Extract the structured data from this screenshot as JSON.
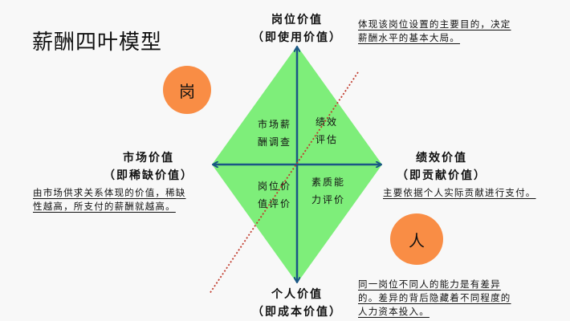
{
  "title": "薪酬四叶模型",
  "badges": {
    "gang": "岗",
    "ren": "人"
  },
  "axes": {
    "top": {
      "line1": "岗位价值",
      "line2": "（即使用价值）"
    },
    "bottom": {
      "line1": "个人价值",
      "line2": "（即成本价值）"
    },
    "left": {
      "line1": "市场价值",
      "line2": "（即稀缺价值）"
    },
    "right": {
      "line1": "绩效价值",
      "line2": "（即贡献价值）"
    }
  },
  "descriptions": {
    "top": [
      "体现该岗位设置的主要目的，决定",
      "薪酬水平的基本大局。"
    ],
    "left": [
      "由市场供求关系体现的价值，稀缺",
      "性越高，所支付的薪酬就越高。"
    ],
    "right": [
      "主要依据个人实际贡献进行支付。"
    ],
    "bottom": [
      "同一岗位不同人的能力是有差异",
      "的。差异的背后隐藏着不同程度的",
      "人力资本投入。"
    ]
  },
  "quadrants": {
    "top_left": [
      "市场薪",
      "酬调查"
    ],
    "top_right": [
      "绩效",
      "评估"
    ],
    "bottom_left": [
      "岗位价",
      "值评价"
    ],
    "bottom_right": [
      "素质能",
      "力评价"
    ]
  },
  "colors": {
    "diamond": "#7eee7a",
    "axis": "#1a5785",
    "circle": "#f98d45",
    "dotted_line": "#c0392b",
    "background": "#f8f8f8"
  }
}
